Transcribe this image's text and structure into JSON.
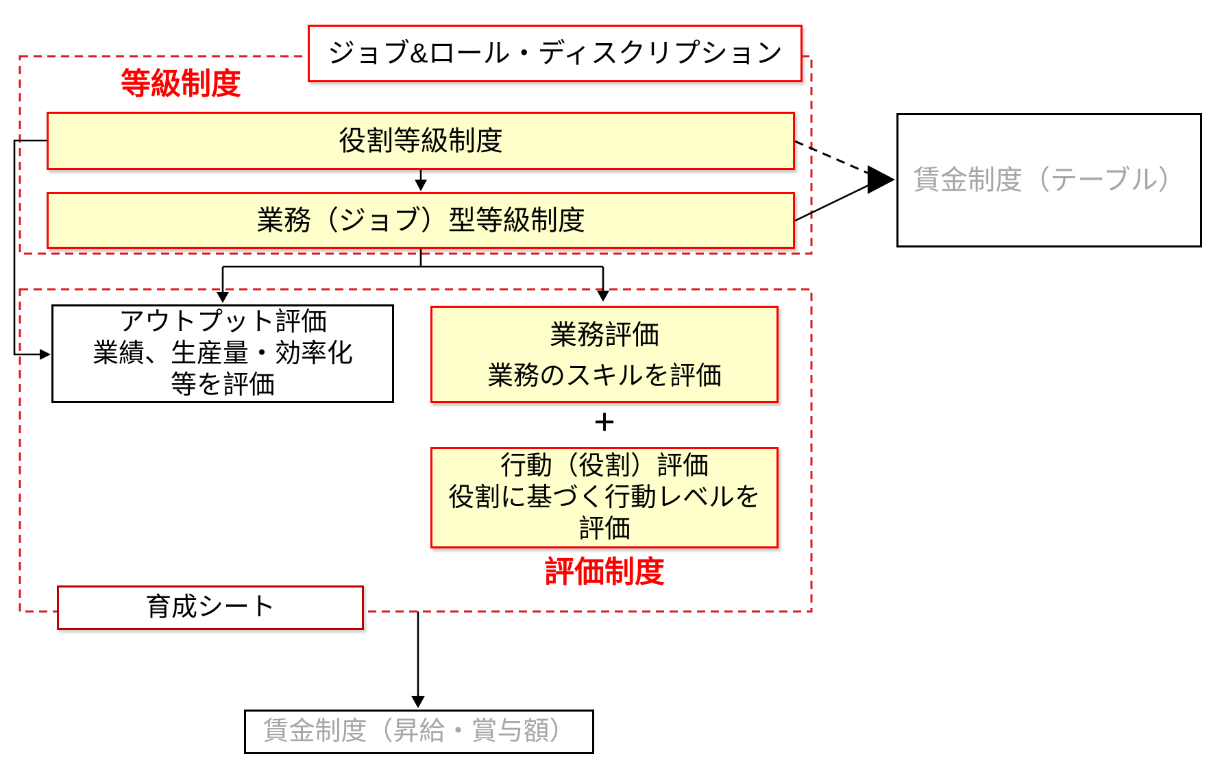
{
  "colors": {
    "solid_red": "#FF0000",
    "dash_red": "#DD1B1B",
    "training_red": "#C00000",
    "box_yellow": "#FFFFCC",
    "gray_text": "#A6A6A6",
    "line_black": "#000000"
  },
  "title_box": {
    "label": "ジョブ&ロール・ディスクリプション"
  },
  "grade_section": {
    "label": "等級制度",
    "role_grade_box": {
      "label": "役割等級制度"
    },
    "job_grade_box": {
      "label": "業務（ジョブ）型等級制度"
    }
  },
  "wage_table_box": {
    "label": "賃金制度（テーブル）"
  },
  "evaluation_section": {
    "label": "評価制度",
    "output_eval_box": {
      "lines": [
        "アウトプット評価",
        "業績、生産量・効率化",
        "等を評価"
      ]
    },
    "task_eval_box": {
      "title": "業務評価",
      "body": "業務のスキルを評価"
    },
    "plus_sign": "+",
    "behavior_eval_box": {
      "lines": [
        "行動（役割）評価",
        "役割に基づく行動レベルを",
        "評価"
      ]
    }
  },
  "training_sheet_box": {
    "label": "育成シート"
  },
  "wage_raise_box": {
    "label": "賃金制度（昇給・賞与額）"
  }
}
